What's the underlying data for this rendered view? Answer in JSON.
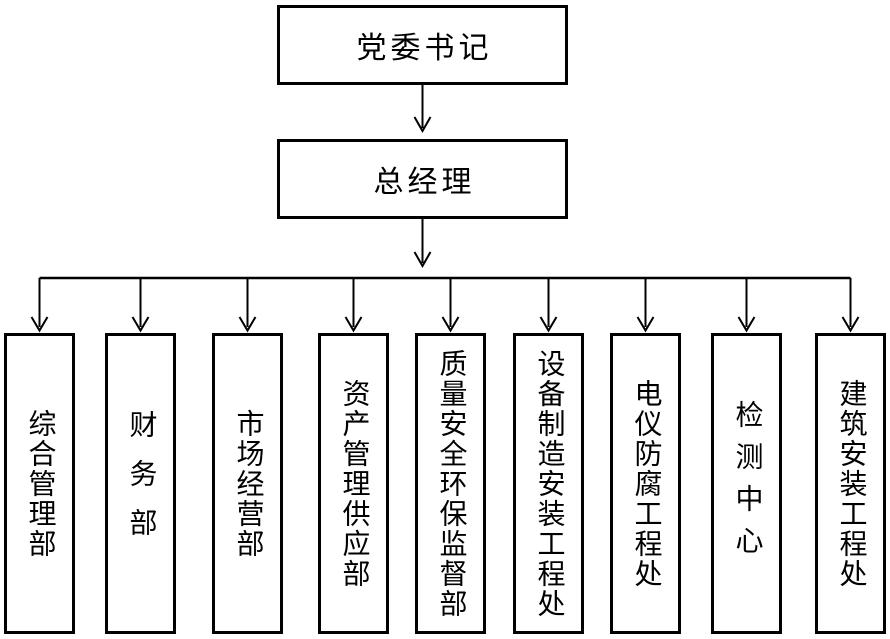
{
  "org_chart": {
    "root": {
      "label": "党委书记"
    },
    "general_manager": {
      "label": "总经理"
    },
    "departments": [
      {
        "label": "综合管理部"
      },
      {
        "label": "财务部"
      },
      {
        "label": "市场经营部"
      },
      {
        "label": "资产管理供应部"
      },
      {
        "label": "质量安全环保监督部"
      },
      {
        "label": "设备制造安装工程处"
      },
      {
        "label": "电仪防腐工程处"
      },
      {
        "label": "检测中心"
      },
      {
        "label": "建筑安装工程处"
      }
    ]
  },
  "colors": {
    "background": "#ffffff",
    "line": "#000000",
    "box_border": "#000000",
    "text": "#000000"
  }
}
